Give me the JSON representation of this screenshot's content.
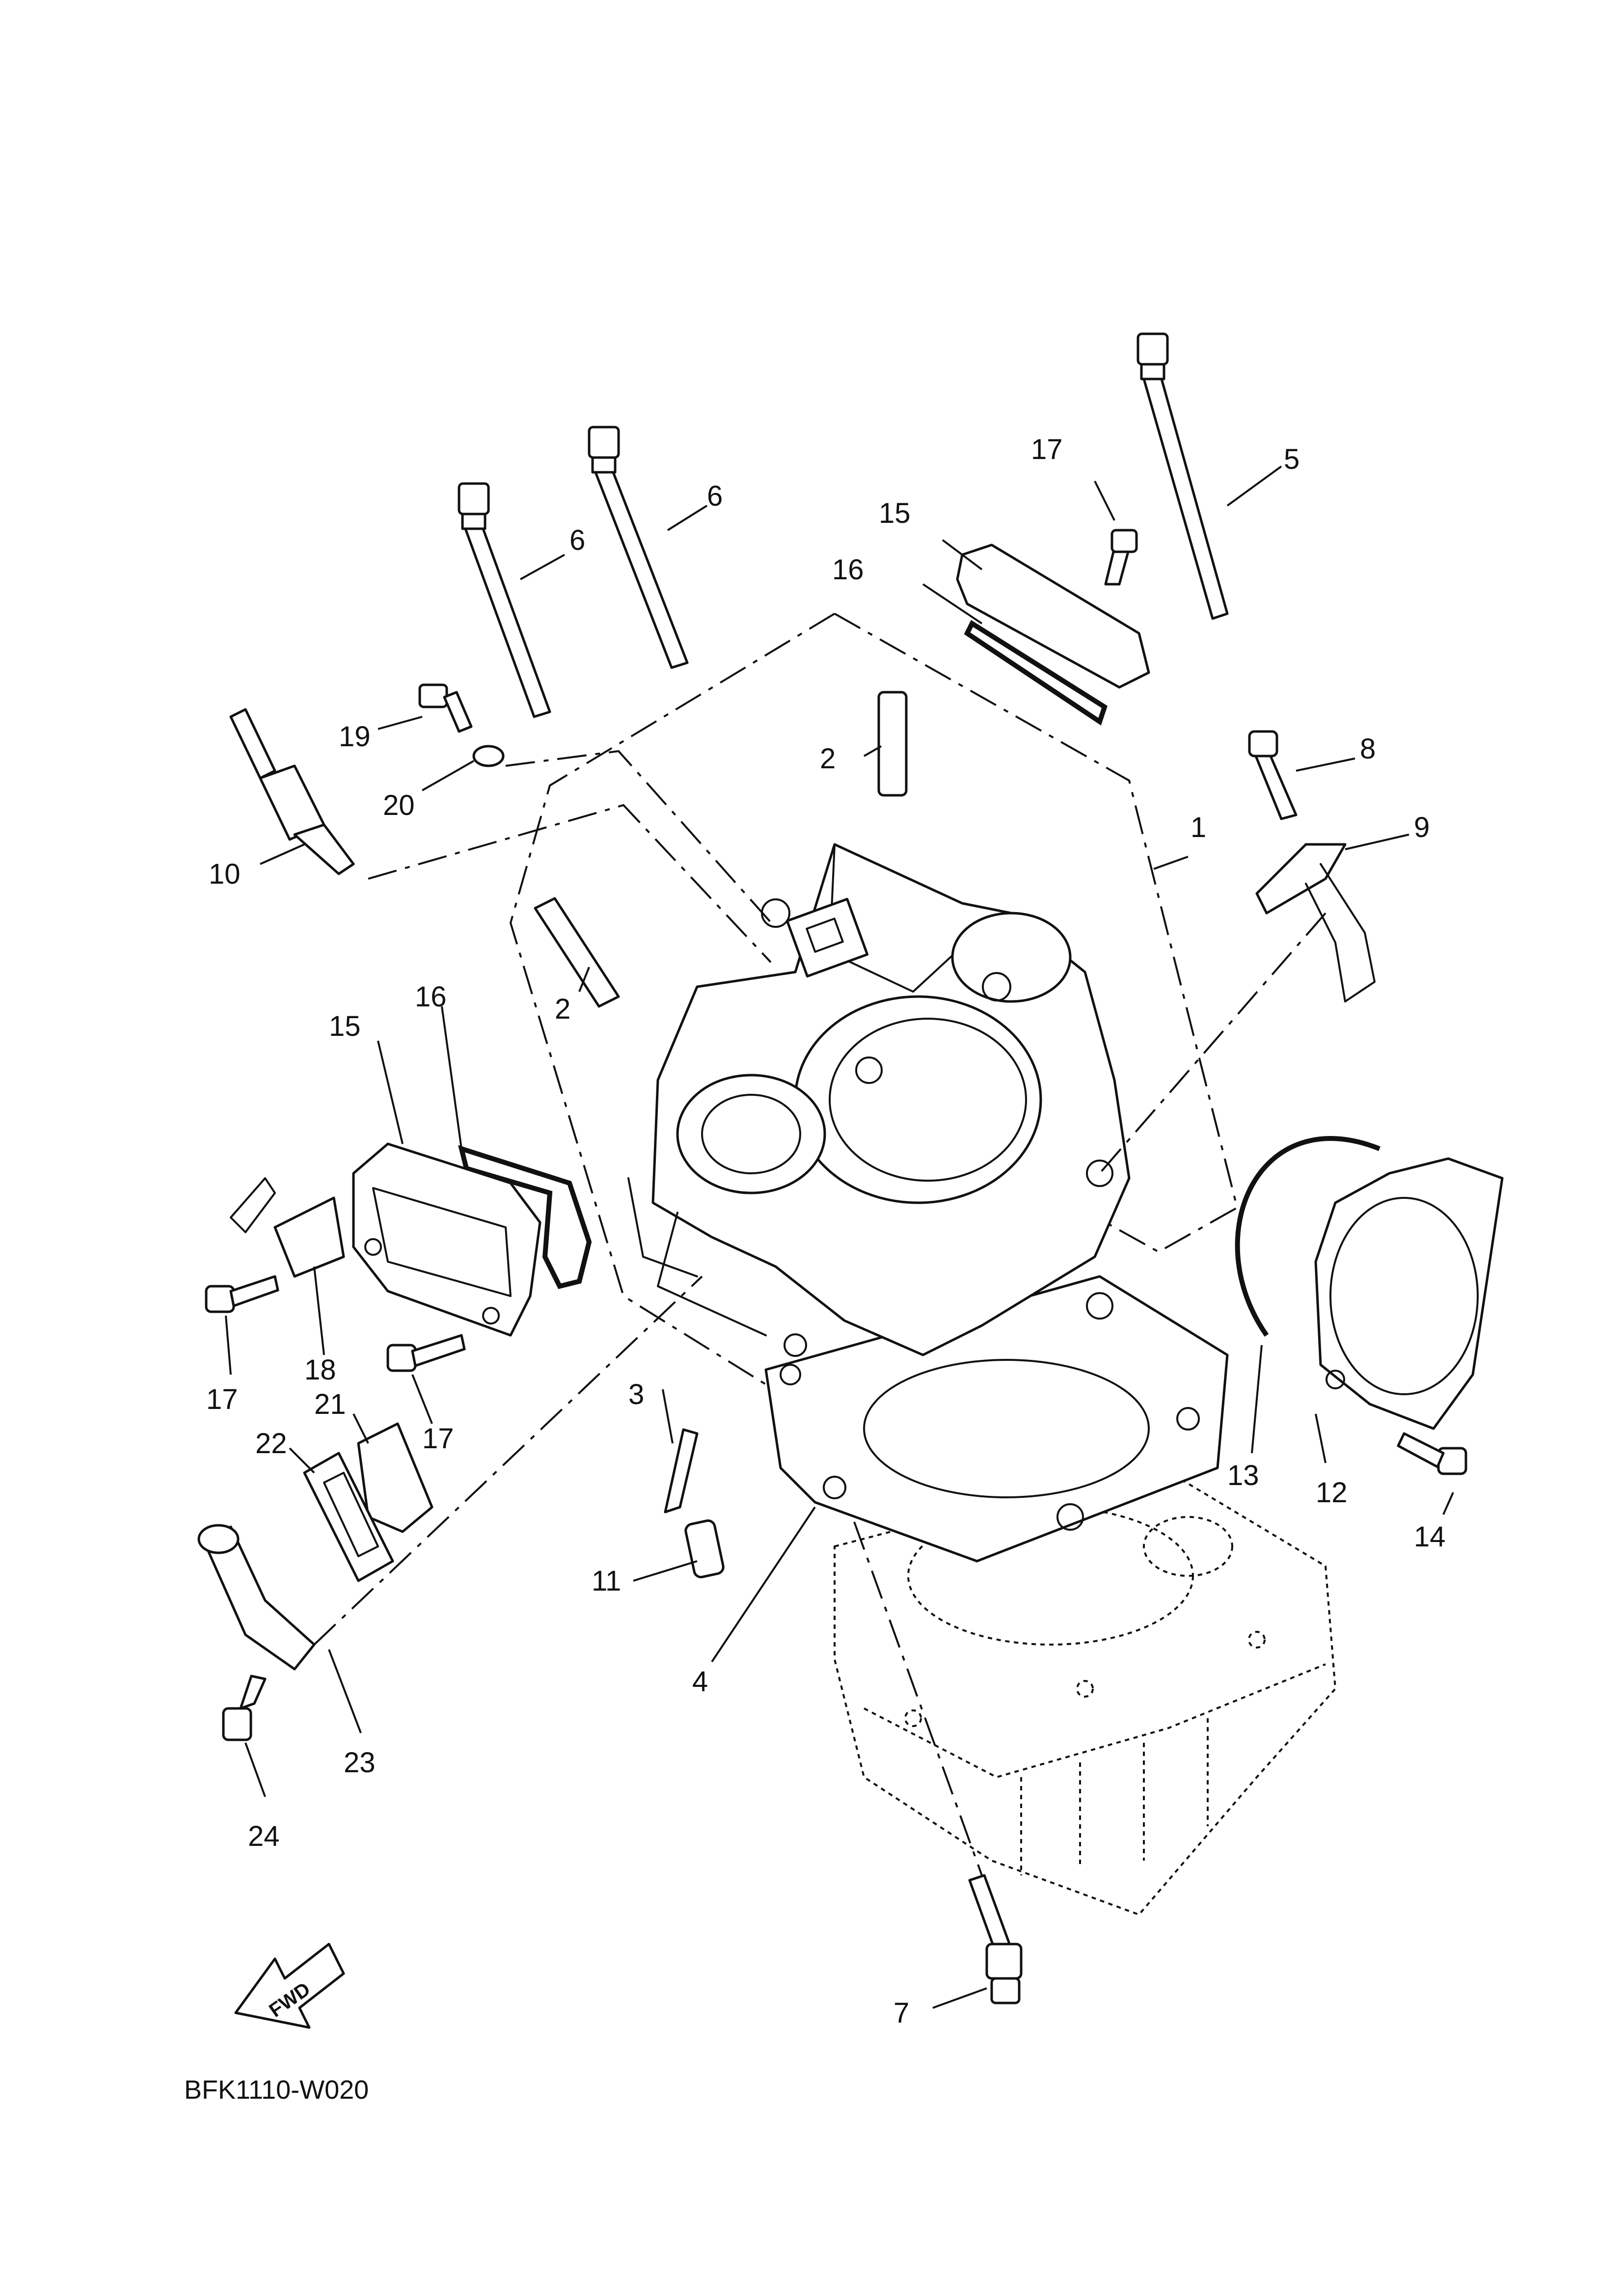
{
  "diagram": {
    "code": "BFK1110-W020",
    "direction_label": "FWD",
    "callouts": [
      "1",
      "2",
      "2",
      "3",
      "4",
      "5",
      "6",
      "6",
      "7",
      "8",
      "9",
      "10",
      "11",
      "12",
      "13",
      "14",
      "15",
      "15",
      "16",
      "16",
      "17",
      "17",
      "17",
      "18",
      "19",
      "20",
      "21",
      "22",
      "23",
      "24"
    ]
  }
}
